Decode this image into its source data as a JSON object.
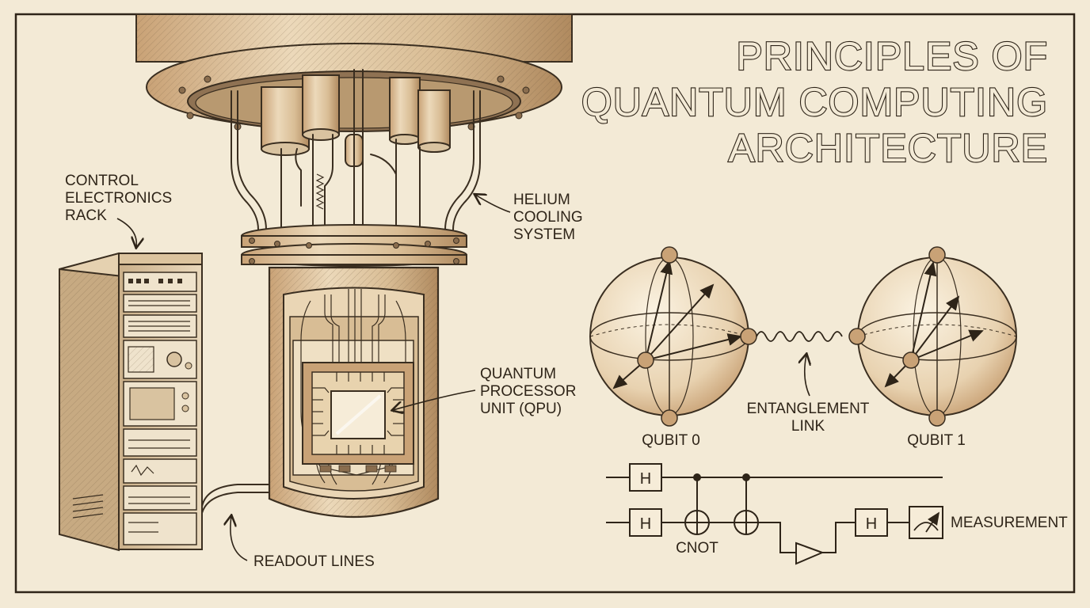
{
  "title": {
    "line1": "PRINCIPLES OF",
    "line2": "QUANTUM COMPUTING",
    "line3": "ARCHITECTURE"
  },
  "labels": {
    "control_rack": [
      "CONTROL",
      "ELECTRONICS",
      "RACK"
    ],
    "helium": [
      "HELIUM",
      "COOLING",
      "SYSTEM"
    ],
    "qpu": [
      "QUANTUM",
      "PROCESSOR",
      "UNIT (QPU)"
    ],
    "readout": "READOUT LINES",
    "entanglement": [
      "ENTANGLEMENT",
      "LINK"
    ],
    "qubit0": "QUBIT 0",
    "qubit1": "QUBIT 1"
  },
  "circuit": {
    "gate_h": "H",
    "cnot": "CNOT",
    "measurement": "MEASUREMENT"
  },
  "colors": {
    "paper": "#f3ead6",
    "ink": "#3a2e20",
    "shade": "#d9c3a0",
    "copper": "#c9a276"
  }
}
